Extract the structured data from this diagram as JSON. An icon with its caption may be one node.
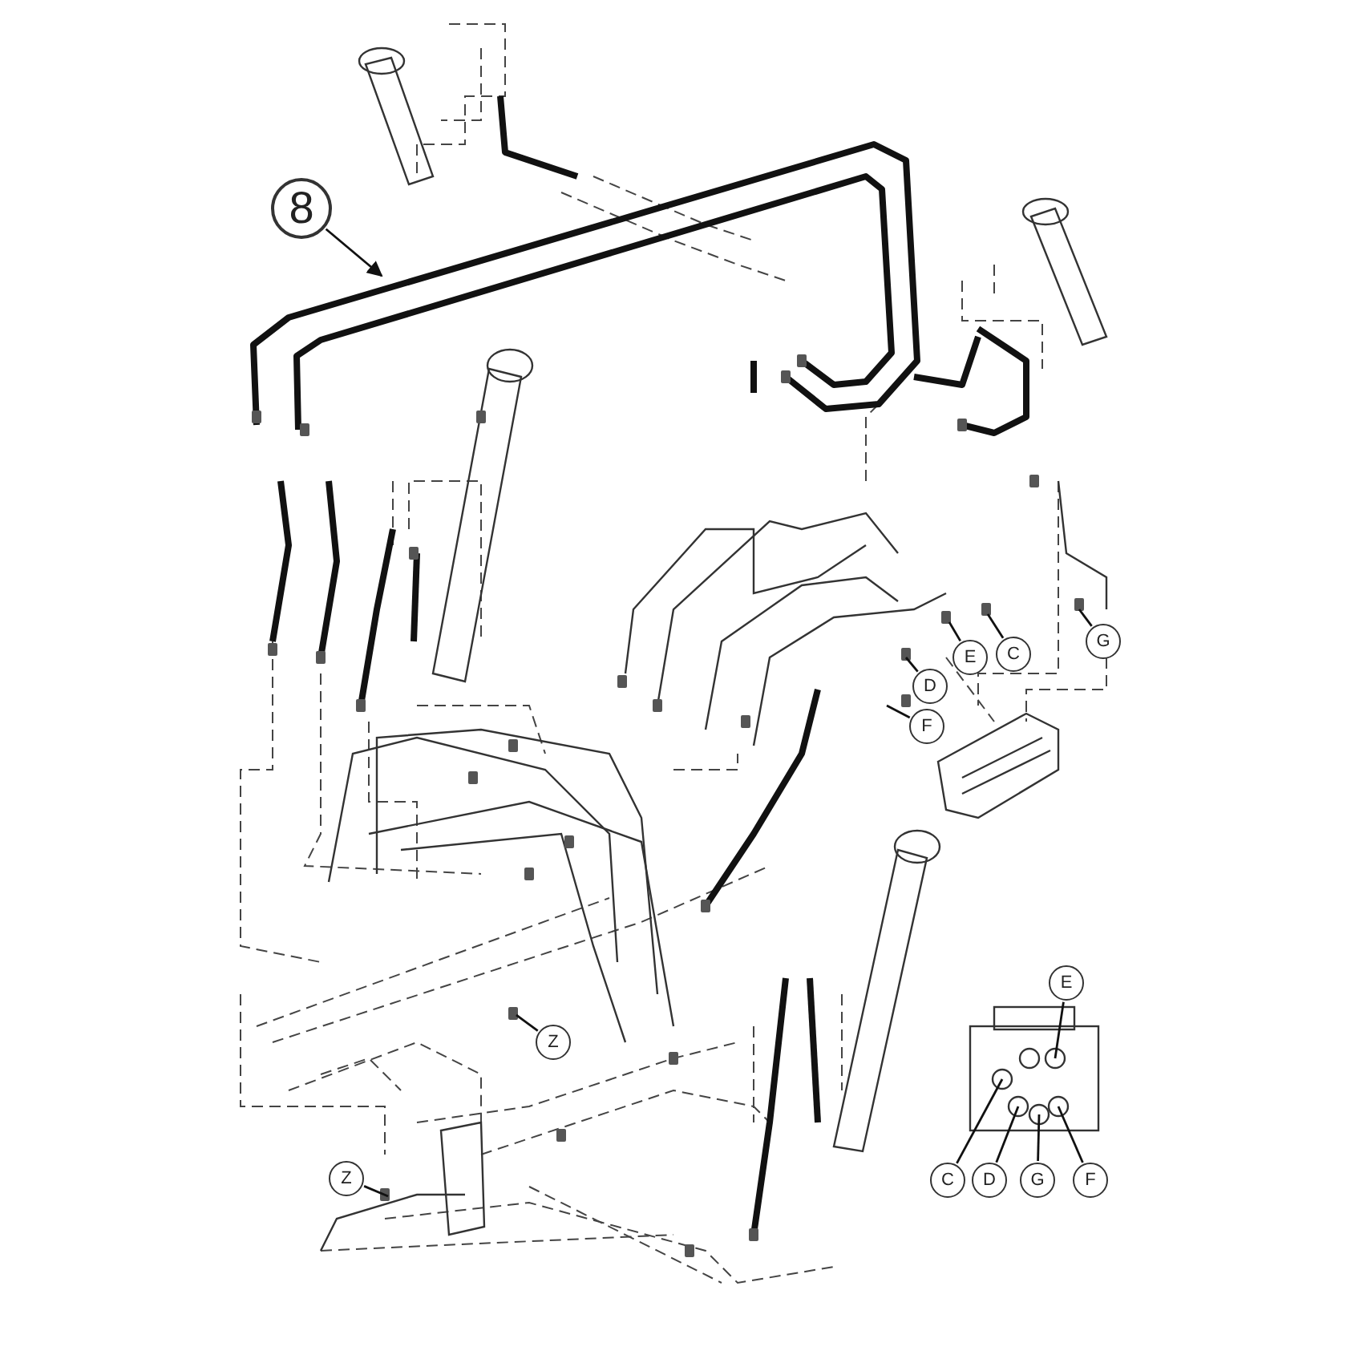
{
  "diagram": {
    "nodes": [
      {
        "text": [
          "8"
        ]
      },
      {
        "text": [
          "D"
        ]
      },
      {
        "text": [
          "E"
        ]
      },
      {
        "text": [
          "C"
        ]
      },
      {
        "text": [
          "G"
        ]
      },
      {
        "text": [
          "F"
        ]
      },
      {
        "text": [
          "Z"
        ]
      },
      {
        "text": [
          "Z"
        ]
      },
      {
        "text": [
          "E"
        ]
      },
      {
        "text": [
          "C"
        ]
      },
      {
        "text": [
          "D"
        ]
      },
      {
        "text": [
          "G"
        ]
      },
      {
        "text": [
          "F"
        ]
      }
    ],
    "edges": [
      {
        "from": 0,
        "to": null,
        "arrow": "to"
      },
      {
        "from": 1,
        "to": null,
        "arrow": "none"
      },
      {
        "from": 2,
        "to": null,
        "arrow": "none"
      },
      {
        "from": 3,
        "to": null,
        "arrow": "none"
      },
      {
        "from": 4,
        "to": null,
        "arrow": "none"
      },
      {
        "from": 5,
        "to": null,
        "arrow": "none"
      },
      {
        "from": 6,
        "to": null,
        "arrow": "none"
      },
      {
        "from": 7,
        "to": null,
        "arrow": "none"
      },
      {
        "from": 8,
        "to": null,
        "arrow": "none"
      },
      {
        "from": 9,
        "to": null,
        "arrow": "none"
      },
      {
        "from": 10,
        "to": null,
        "arrow": "none"
      },
      {
        "from": 11,
        "to": null,
        "arrow": "none"
      },
      {
        "from": 12,
        "to": null,
        "arrow": "none"
      }
    ]
  }
}
